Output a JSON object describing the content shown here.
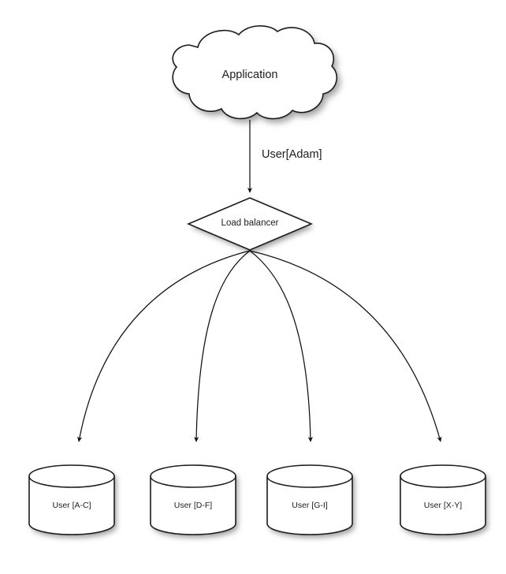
{
  "diagram": {
    "title_text": "Application",
    "background_color": "#ffffff",
    "stroke_color": "#1b1b1b",
    "text_color": "#1d1d1f",
    "nodes": {
      "cloud": {
        "label": "Application",
        "shape": "cloud"
      },
      "balancer": {
        "label": "Load balancer",
        "shape": "diamond"
      },
      "databases": [
        {
          "label": "User [A-C]",
          "shape": "cylinder"
        },
        {
          "label": "User [D-F]",
          "shape": "cylinder"
        },
        {
          "label": "User [G-I]",
          "shape": "cylinder"
        },
        {
          "label": "User [X-Y]",
          "shape": "cylinder"
        }
      ]
    },
    "edges": {
      "app_to_balancer_label": "User[Adam]",
      "balancer_to_db_labels": [
        "",
        "",
        "",
        ""
      ]
    }
  }
}
